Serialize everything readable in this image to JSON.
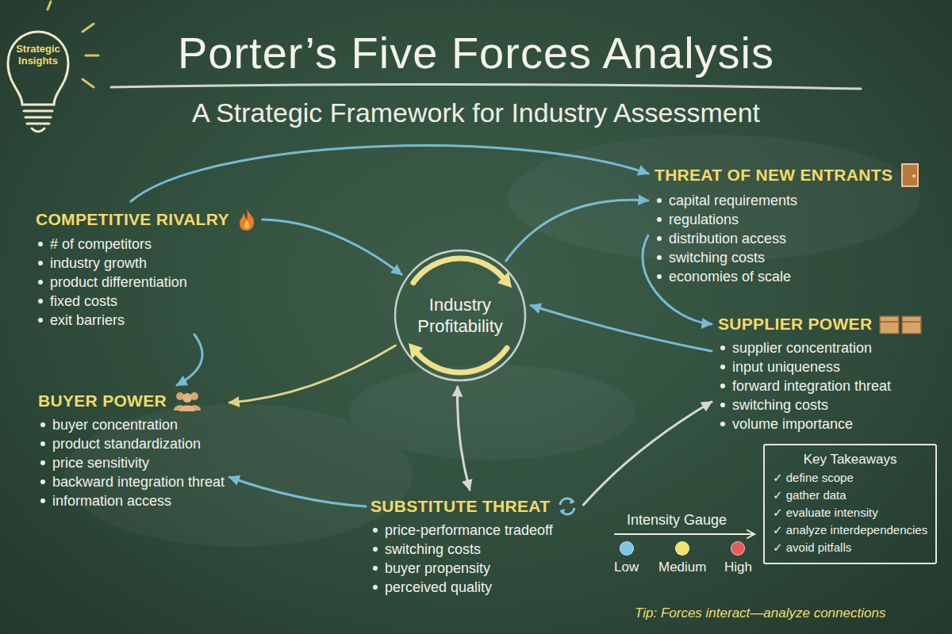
{
  "diagram": {
    "title": "Porter’s Five Forces Analysis",
    "nodes": [
      {
        "text": [
          "Strategic Insights"
        ]
      },
      {
        "text": [
          "COMPETITIVE RIVALRY",
          "# of competitors",
          "industry growth",
          "product differentiation",
          "fixed costs",
          "exit barriers"
        ]
      },
      {
        "text": [
          "THREAT OF NEW ENTRANTS",
          "capital requirements",
          "regulations",
          "distribution access",
          "switching costs",
          "economies of scale"
        ]
      },
      {
        "text": [
          "Industry Profitability"
        ]
      },
      {
        "text": [
          "SUPPLIER POWER",
          "supplier concentration",
          "input uniqueness",
          "forward integration threat",
          "switching costs",
          "volume importance"
        ]
      },
      {
        "text": [
          "BUYER POWER",
          "buyer concentration",
          "product standardization",
          "price sensitivity",
          "backward integration threat",
          "information access"
        ]
      },
      {
        "text": [
          "SUBSTITUTE THREAT",
          "price-performance tradeoff",
          "switching costs",
          "buyer propensity",
          "perceived quality"
        ]
      },
      {
        "text": [
          "Key Takeaways",
          "✓ define scope",
          "✓ gather data",
          "✓ evaluate intensity",
          "✓ analyze interdependencies",
          "✓ avoid pitfalls"
        ]
      }
    ],
    "edges": [
      {
        "from": 1,
        "to": 3,
        "arrow": "to"
      },
      {
        "from": 1,
        "to": 2,
        "arrow": "to"
      },
      {
        "from": 1,
        "to": 5,
        "arrow": "to"
      },
      {
        "from": 3,
        "to": 2,
        "arrow": "to"
      },
      {
        "from": 2,
        "to": 4,
        "arrow": "to"
      },
      {
        "from": 4,
        "to": 3,
        "arrow": "to"
      },
      {
        "from": 3,
        "to": 5,
        "arrow": "to"
      },
      {
        "from": 3,
        "to": 6,
        "arrow": "both"
      },
      {
        "from": 6,
        "to": 5,
        "arrow": "to"
      },
      {
        "from": 6,
        "to": 4,
        "arrow": "to"
      }
    ],
    "labels": [
      "A Strategic Framework for Industry Assessment",
      "Intensity Gauge",
      "Tip: Forces interact—analyze connections"
    ],
    "legend": [
      {
        "text": "Low",
        "color": "#7fc4e8"
      },
      {
        "text": "Medium",
        "color": "#f0e26a"
      },
      {
        "text": "High",
        "color": "#e85a5a"
      }
    ]
  }
}
